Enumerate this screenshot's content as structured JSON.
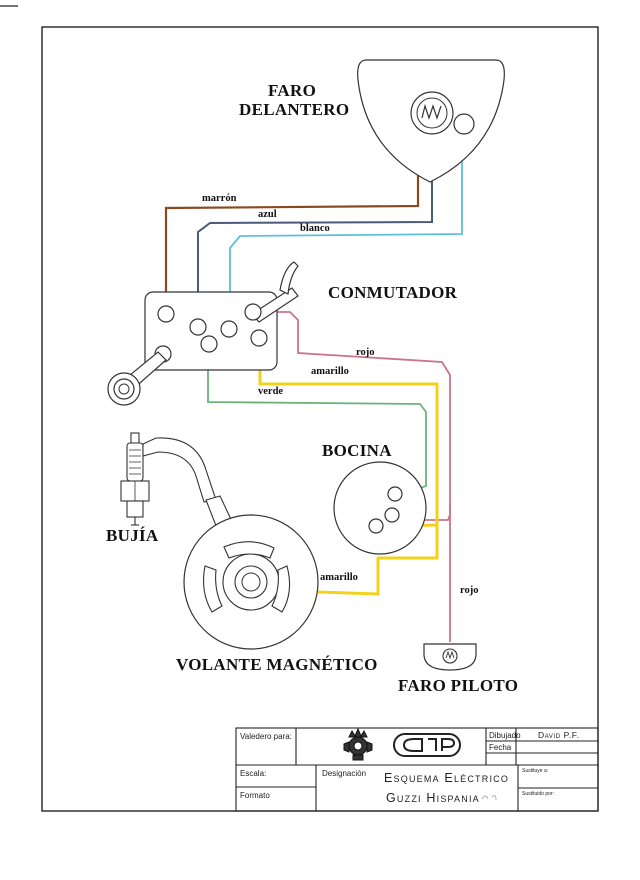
{
  "labels": {
    "faro_delantero_1": "FARO",
    "faro_delantero_2": "DELANTERO",
    "conmutador": "CONMUTADOR",
    "bocina": "BOCINA",
    "bujia": "BUJÍA",
    "volante": "VOLANTE MAGNÉTICO",
    "faro_piloto": "FARO PILOTO"
  },
  "wires": {
    "marron": "marrón",
    "azul": "azul",
    "blanco": "blanco",
    "rojo_top": "rojo",
    "amarillo_top": "amarillo",
    "verde": "verde",
    "amarillo_bottom": "amarillo",
    "rojo_bottom": "rojo"
  },
  "colors": {
    "marron": "#8b4a1e",
    "azul": "#4a5a78",
    "blanco": "#5bc0d8",
    "rojo": "#c9748a",
    "amarillo": "#f2d21c",
    "verde": "#6bb37a"
  },
  "title_block": {
    "valedero": "Valedero para:",
    "dibujado_label": "Dibujado",
    "dibujado_value": "David P.F.",
    "fecha_label": "Fecha",
    "escala": "Escala:",
    "designacion": "Designación",
    "formato": "Formato",
    "sustituye": "Sustituye a:",
    "sustituido": "Sustituido por:",
    "title_line1": "Esquema Eléctrico",
    "title_line2": "Guzzi Hispania"
  }
}
